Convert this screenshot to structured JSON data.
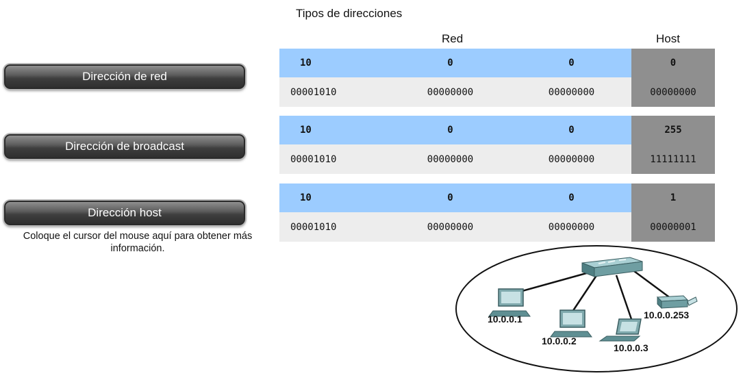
{
  "title": "Tipos de direcciones",
  "columns": {
    "red": "Red",
    "host": "Host"
  },
  "buttons": [
    {
      "label": "Dirección de red"
    },
    {
      "label": "Dirección de broadcast"
    },
    {
      "label": "Dirección host"
    }
  ],
  "hint": "Coloque el cursor del mouse aquí para obtener más información.",
  "tables": [
    {
      "dec": [
        "10",
        "0",
        "0",
        "0"
      ],
      "bin": [
        "00001010",
        "00000000",
        "00000000",
        "00000000"
      ]
    },
    {
      "dec": [
        "10",
        "0",
        "0",
        "255"
      ],
      "bin": [
        "00001010",
        "00000000",
        "00000000",
        "11111111"
      ]
    },
    {
      "dec": [
        "10",
        "0",
        "0",
        "1"
      ],
      "bin": [
        "00001010",
        "00000000",
        "00000000",
        "00000001"
      ]
    }
  ],
  "network": {
    "hosts": [
      "10.0.0.1",
      "10.0.0.2",
      "10.0.0.3",
      "10.0.0.253"
    ]
  },
  "colors": {
    "network_part": "#9cccff",
    "host_part": "#8f8f8f",
    "binary_row": "#ededed",
    "device": "#5f8f93"
  }
}
